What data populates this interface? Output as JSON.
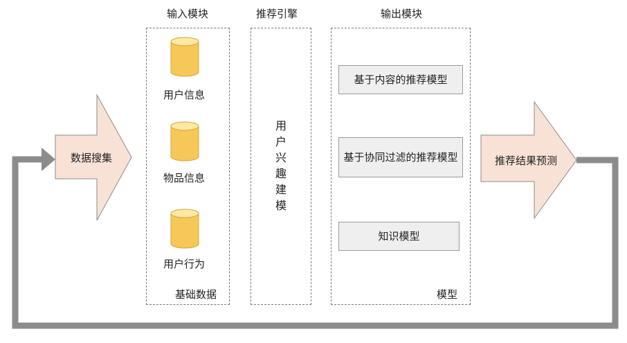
{
  "columns": {
    "input_title": "输入模块",
    "engine_title": "推荐引擎",
    "output_title": "输出模块"
  },
  "input_module": {
    "items": [
      "用户信息",
      "物品信息",
      "用户行为"
    ],
    "footer": "基础数据"
  },
  "engine": {
    "label": "用户兴趣建模"
  },
  "output_module": {
    "models": [
      "基于内容的推荐模型",
      "基于协同过滤的推荐模型",
      "知识模型"
    ],
    "footer": "模型"
  },
  "arrows": {
    "left": "数据搜集",
    "right": "推荐结果预测"
  },
  "colors": {
    "arrow_fill": "#f8e2d6",
    "arrow_stroke": "#8a8a8a",
    "loop": "#8c8c8c",
    "db_fill": "#f6c85a",
    "db_top": "#fde9a6",
    "model_fill": "#efefef"
  }
}
